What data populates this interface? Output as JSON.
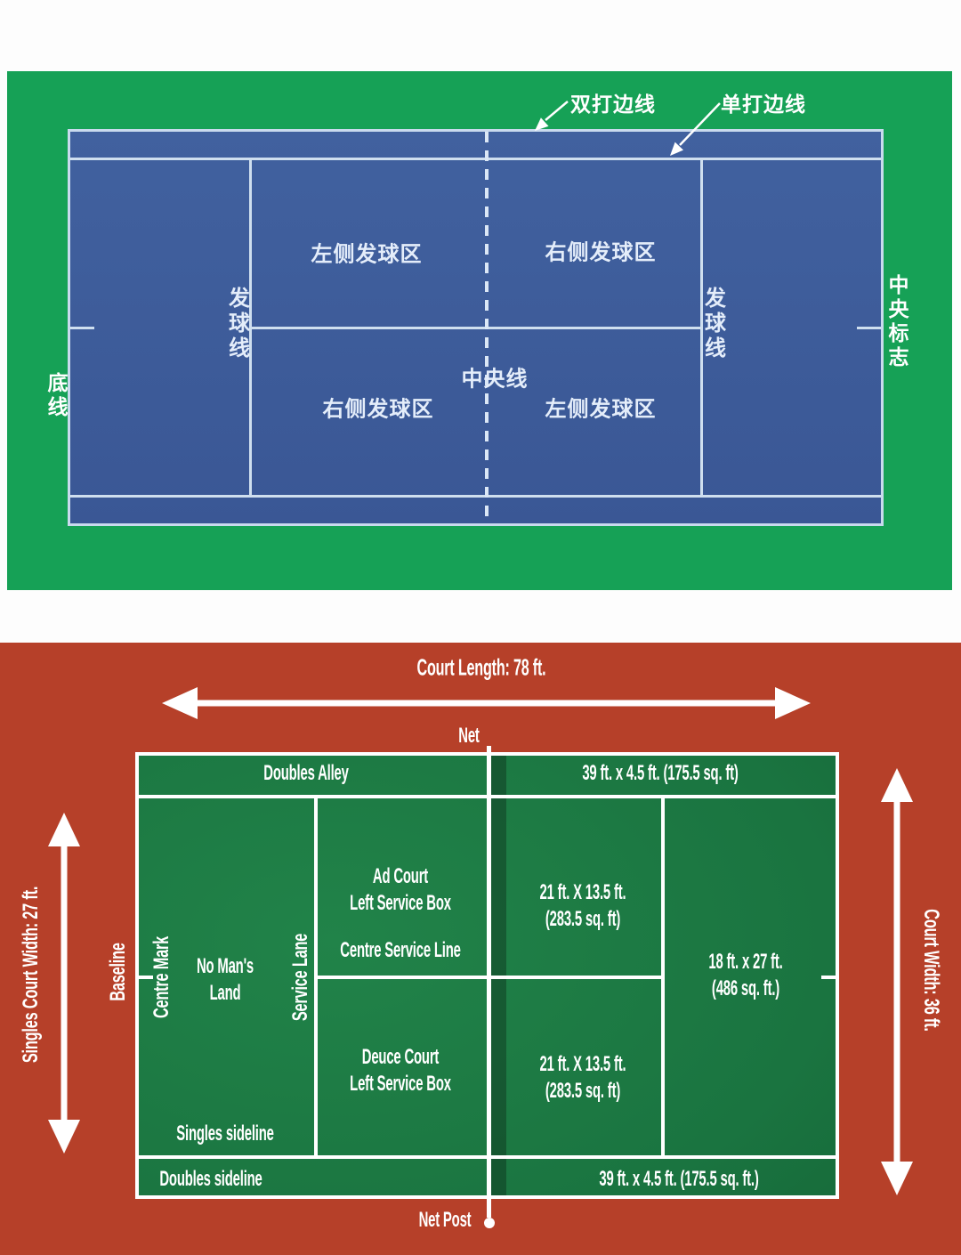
{
  "top_diagram": {
    "type": "tennis-court-diagram-chinese",
    "colors": {
      "surround": "#16a156",
      "court": "#3d5a99",
      "court_lines": "#cfdfef"
    },
    "callouts": {
      "doubles_sideline": "双打边线",
      "singles_sideline": "单打边线"
    },
    "zones": {
      "top_left": "左侧发球区",
      "top_right": "右侧发球区",
      "bottom_left": "右侧发球区",
      "bottom_right": "左侧发球区"
    },
    "lines": {
      "baseline": "底线",
      "service_line_left": "发球线",
      "service_line_right": "发球线",
      "centre_line": "中央线",
      "centre_mark": "中央标志"
    }
  },
  "bottom_diagram": {
    "type": "tennis-court-dimensions-english",
    "colors": {
      "background": "#b64029",
      "court": "#1b7540",
      "lines": "#ffffff"
    },
    "court_length": "Court Length: 78 ft.",
    "net": "Net",
    "net_post": "Net Post",
    "singles_width": "Singles Court Width: 27 ft.",
    "court_width": "Court Width: 36 ft.",
    "doubles_alley": "Doubles Alley",
    "alley_top_dims": "39 ft. x 4.5 ft. (175.5 sq. ft)",
    "alley_bottom_dims": "39 ft. x 4.5 ft. (175.5 sq. ft.)",
    "singles_sideline": "Singles sideline",
    "doubles_sideline": "Doubles sideline",
    "baseline": "Baseline",
    "centre_mark": "Centre Mark",
    "no_mans_land": {
      "line1": "No Man's",
      "line2": "Land"
    },
    "service_lane": "Service Lane",
    "ad_court": {
      "line1": "Ad Court",
      "line2": "Left Service Box"
    },
    "centre_service_line": "Centre Service Line",
    "ad_court_dims": {
      "line1": "21 ft. X 13.5 ft.",
      "line2": "(283.5 sq. ft)"
    },
    "deuce_court": {
      "line1": "Deuce Court",
      "line2": "Left Service Box"
    },
    "deuce_court_dims": {
      "line1": "21 ft. X 13.5 ft.",
      "line2": "(283.5 sq. ft)"
    },
    "backcourt_dims": {
      "line1": "18 ft. x 27 ft.",
      "line2": "(486 sq. ft.)"
    }
  }
}
